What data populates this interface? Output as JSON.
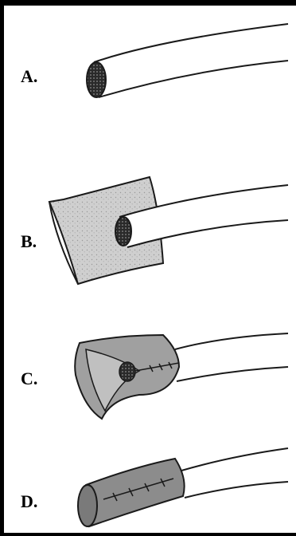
{
  "labels": {
    "a": "A.",
    "b": "B.",
    "c": "C.",
    "d": "D."
  },
  "colors": {
    "ink": "#1a1a1a",
    "patch_fill": "#c9c9c9",
    "cut_end": "#3a3a3a",
    "wrap_fill": "#9a9a9a",
    "cylinder_fill": "#8a8a8a"
  }
}
